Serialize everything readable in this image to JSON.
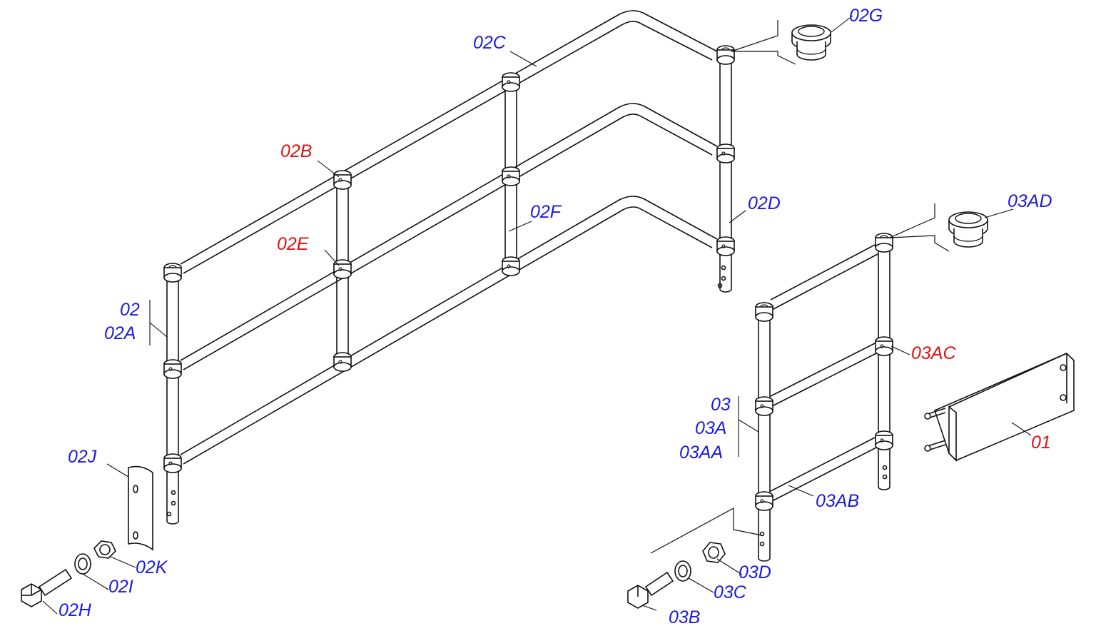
{
  "colors": {
    "label_blue": "#1a1adf",
    "label_red": "#e01010",
    "line": "#111111"
  },
  "labels": {
    "02": "02",
    "02A": "02A",
    "02B": "02B",
    "02C": "02C",
    "02D": "02D",
    "02E": "02E",
    "02F": "02F",
    "02G": "02G",
    "02H": "02H",
    "02I": "02I",
    "02J": "02J",
    "02K": "02K",
    "03": "03",
    "03A": "03A",
    "03AA": "03AA",
    "03AB": "03AB",
    "03AC": "03AC",
    "03AD": "03AD",
    "03B": "03B",
    "03C": "03C",
    "03D": "03D",
    "01": "01"
  }
}
